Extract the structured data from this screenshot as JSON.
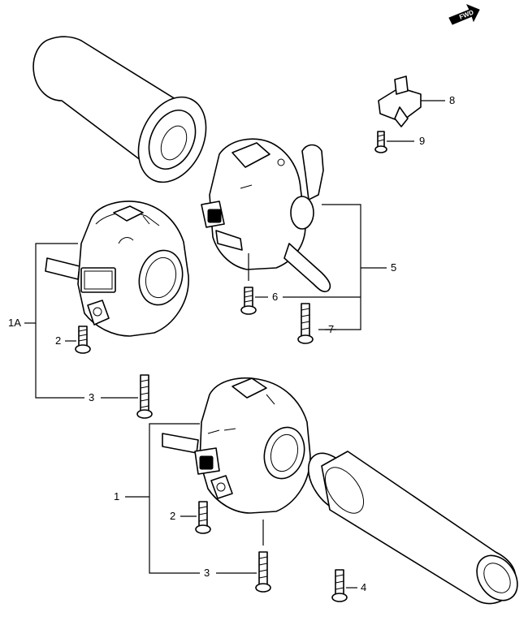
{
  "fwd_badge": "FWD",
  "callouts": {
    "c1": "1",
    "c1a": "1A",
    "c2a": "2",
    "c2b": "2",
    "c3a": "3",
    "c3b": "3",
    "c4": "4",
    "c5": "5",
    "c6": "6",
    "c7": "7",
    "c8": "8",
    "c9": "9"
  }
}
